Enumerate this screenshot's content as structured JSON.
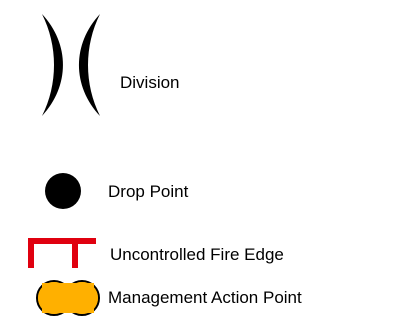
{
  "legend": {
    "items": [
      {
        "label": "Division",
        "icon": "division-parentheses-icon",
        "color": "#000000"
      },
      {
        "label": "Drop Point",
        "icon": "drop-point-dot-icon",
        "color": "#000000"
      },
      {
        "label": "Uncontrolled Fire Edge",
        "icon": "uncontrolled-fire-edge-icon",
        "color": "#e0000f"
      },
      {
        "label": "Management Action Point",
        "icon": "management-action-point-icon",
        "color": "#ffb000"
      }
    ]
  }
}
